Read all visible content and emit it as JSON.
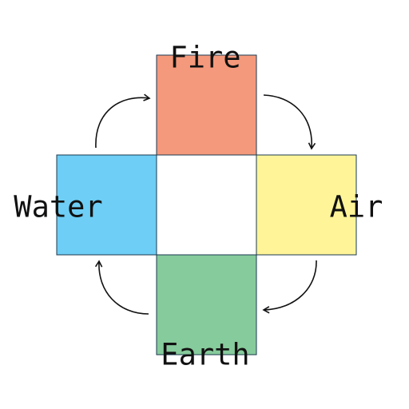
{
  "diagram": {
    "elements": [
      {
        "key": "fire",
        "label": "Fire",
        "color": "#f4997b"
      },
      {
        "key": "air",
        "label": "Air",
        "color": "#fff598"
      },
      {
        "key": "earth",
        "label": "Earth",
        "color": "#86cb9b"
      },
      {
        "key": "water",
        "label": "Water",
        "color": "#6ecef5"
      }
    ],
    "center_color": "#ffffff",
    "border_color": "#1b3a4f",
    "arrow_color": "#111111"
  }
}
